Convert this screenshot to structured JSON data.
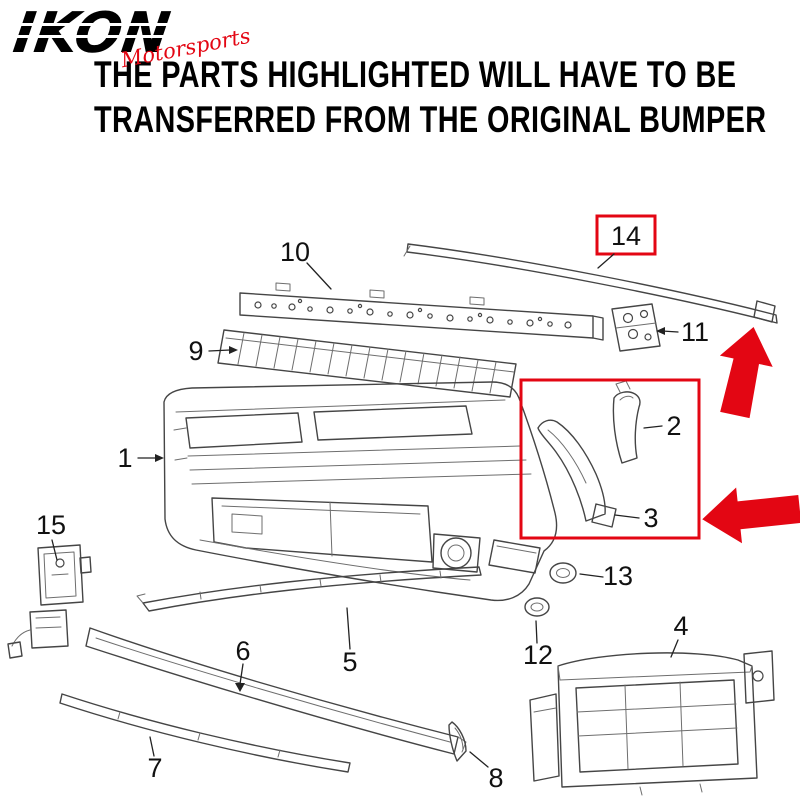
{
  "logo": {
    "brand": "IKON",
    "script": "Motorsports"
  },
  "headline": {
    "line1": "THE PARTS HIGHLIGHTED WILL HAVE TO BE",
    "line2": "TRANSFERRED FROM THE ORIGINAL BUMPER"
  },
  "colors": {
    "highlight_red": "#e30613",
    "line_dark": "#454545",
    "label_black": "#111111"
  },
  "diagram": {
    "part_labels": [
      "1",
      "2",
      "3",
      "4",
      "5",
      "6",
      "7",
      "8",
      "9",
      "10",
      "11",
      "12",
      "13",
      "14",
      "15"
    ],
    "highlighted_parts": [
      "2",
      "3",
      "14"
    ]
  }
}
